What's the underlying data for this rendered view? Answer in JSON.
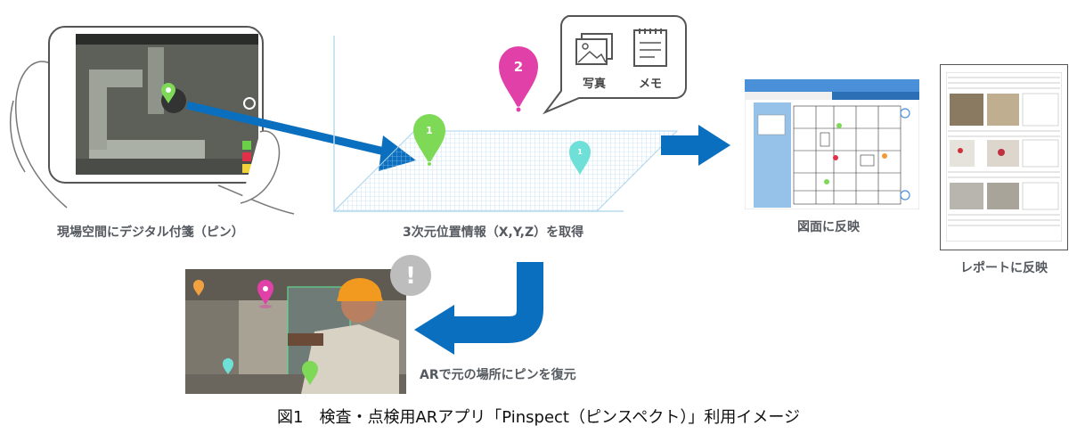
{
  "labels": {
    "tablet": "現場空間にデジタル付箋（ピン）",
    "position": "3次元位置情報（X,Y,Z）を取得",
    "drawing": "図面に反映",
    "report": "レポートに反映",
    "ar": "ARで元の場所にピンを復元"
  },
  "bubble": {
    "photo": "写真",
    "memo": "メモ"
  },
  "pins": {
    "green": "1",
    "magenta": "2",
    "cyan": "1"
  },
  "alert_symbol": "!",
  "caption": "図1　検査・点検用ARアプリ「Pinspect（ピンスペクト）」利用イメージ",
  "colors": {
    "arrow": "#0b6fbf",
    "grid": "#bfe0f2",
    "pin_green": "#7ed957",
    "pin_magenta": "#e040a8",
    "pin_cyan": "#6fe0d8"
  }
}
